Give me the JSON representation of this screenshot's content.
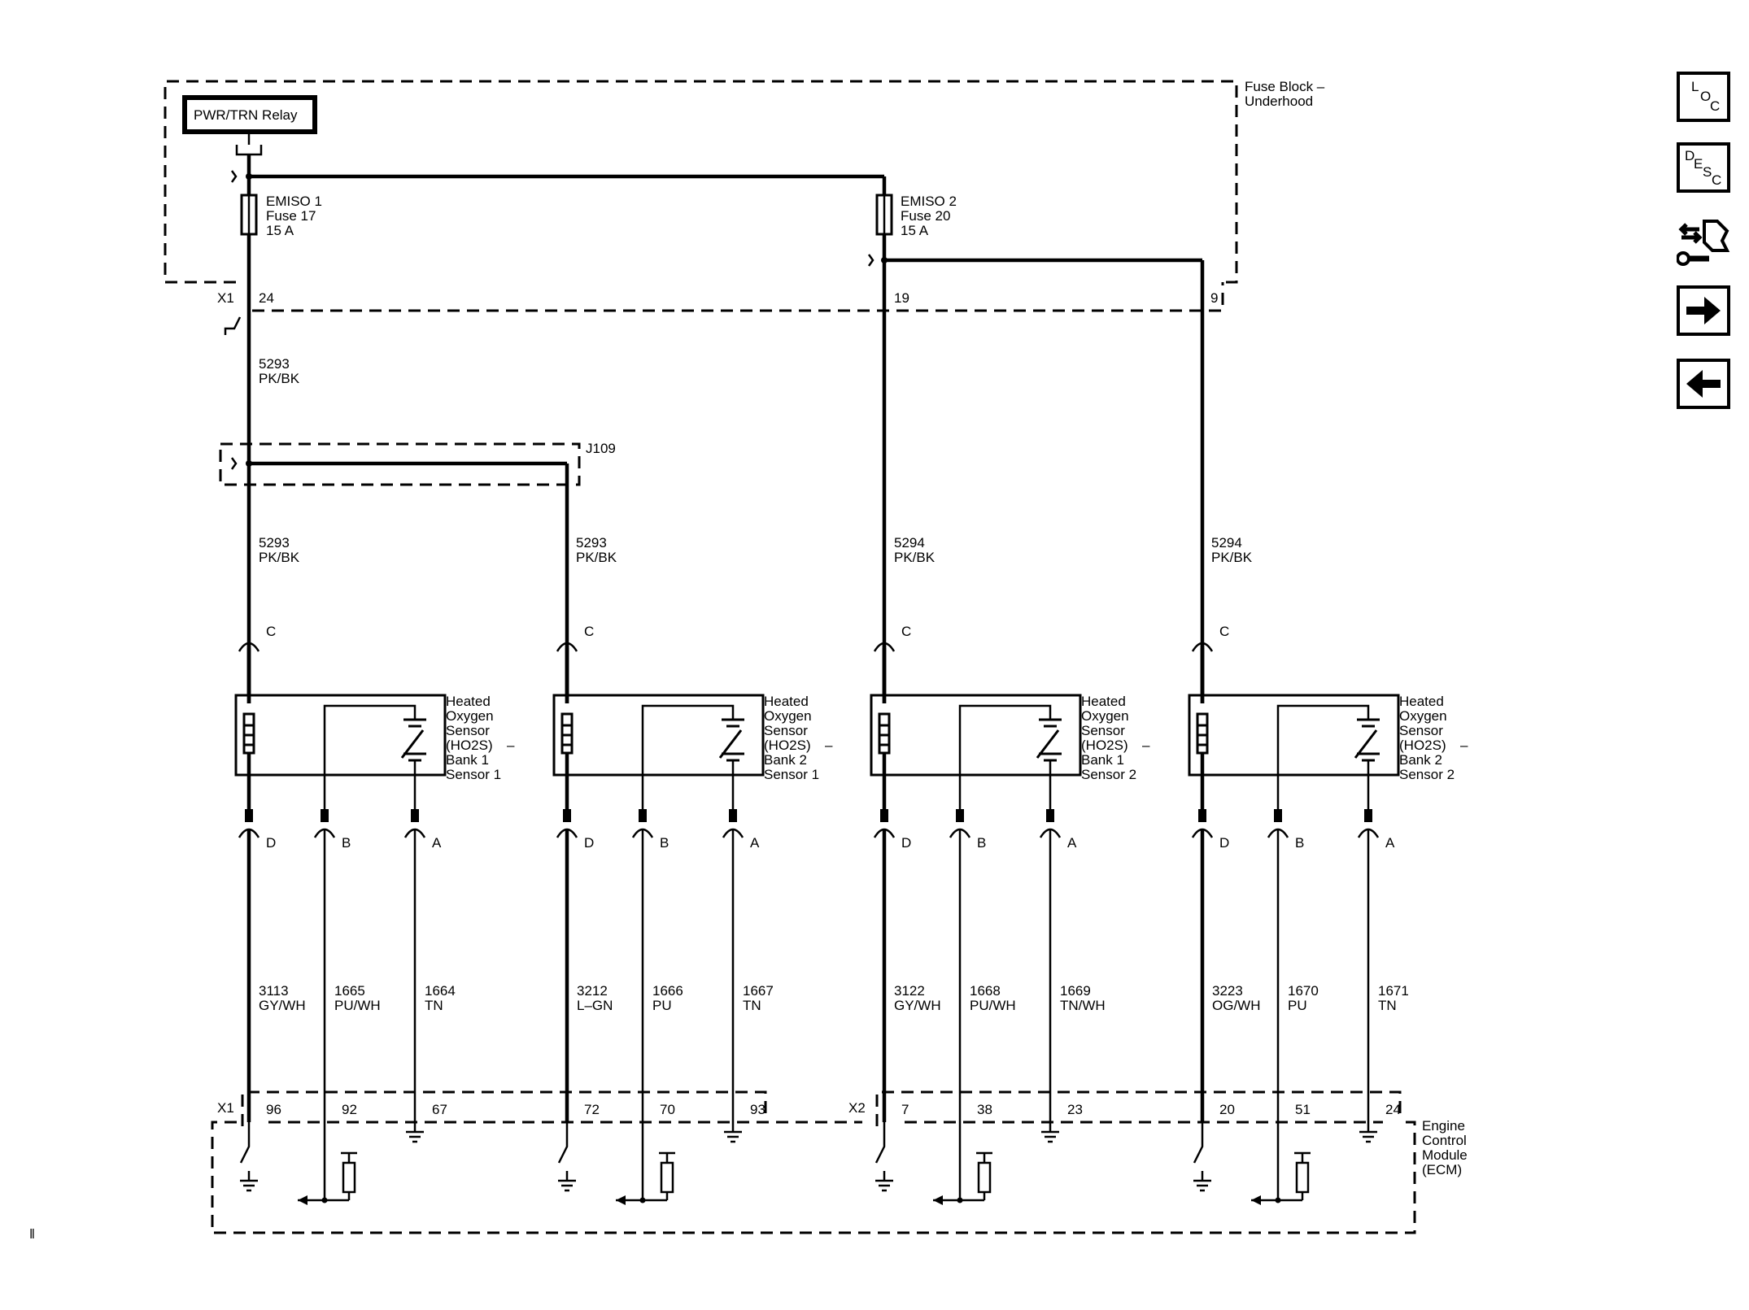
{
  "fuse_block": {
    "title_line1": "Fuse Block –",
    "title_line2": "Underhood",
    "relay": "PWR/TRN Relay",
    "fuses": [
      {
        "line1": "EMISO 1",
        "line2": "Fuse 17",
        "line3": "15 A"
      },
      {
        "line1": "EMISO 2",
        "line2": "Fuse 20",
        "line3": "15 A"
      }
    ],
    "connector": "X1",
    "pins": [
      "24",
      "19",
      "9"
    ]
  },
  "splice": "J109",
  "feed_upper": {
    "circuit": "5293",
    "color": "PK/BK"
  },
  "feeds": [
    {
      "circuit": "5293",
      "color": "PK/BK"
    },
    {
      "circuit": "5293",
      "color": "PK/BK"
    },
    {
      "circuit": "5294",
      "color": "PK/BK"
    },
    {
      "circuit": "5294",
      "color": "PK/BK"
    }
  ],
  "sensor_pin_c": "C",
  "sensors": [
    {
      "l1": "Heated",
      "l2": "Oxygen",
      "l3": "Sensor",
      "l4": "(HO2S)",
      "dash": "–",
      "l5": "Bank 1",
      "l6": "Sensor 1"
    },
    {
      "l1": "Heated",
      "l2": "Oxygen",
      "l3": "Sensor",
      "l4": "(HO2S)",
      "dash": "–",
      "l5": "Bank 2",
      "l6": "Sensor 1"
    },
    {
      "l1": "Heated",
      "l2": "Oxygen",
      "l3": "Sensor",
      "l4": "(HO2S)",
      "dash": "–",
      "l5": "Bank 1",
      "l6": "Sensor 2"
    },
    {
      "l1": "Heated",
      "l2": "Oxygen",
      "l3": "Sensor",
      "l4": "(HO2S)",
      "dash": "–",
      "l5": "Bank 2",
      "l6": "Sensor 2"
    }
  ],
  "sensor_pins": [
    "D",
    "B",
    "A"
  ],
  "wires": [
    [
      {
        "circuit": "3113",
        "color": "GY/WH"
      },
      {
        "circuit": "1665",
        "color": "PU/WH"
      },
      {
        "circuit": "1664",
        "color": "TN"
      }
    ],
    [
      {
        "circuit": "3212",
        "color": "L–GN"
      },
      {
        "circuit": "1666",
        "color": "PU"
      },
      {
        "circuit": "1667",
        "color": "TN"
      }
    ],
    [
      {
        "circuit": "3122",
        "color": "GY/WH"
      },
      {
        "circuit": "1668",
        "color": "PU/WH"
      },
      {
        "circuit": "1669",
        "color": "TN/WH"
      }
    ],
    [
      {
        "circuit": "3223",
        "color": "OG/WH"
      },
      {
        "circuit": "1670",
        "color": "PU"
      },
      {
        "circuit": "1671",
        "color": "TN"
      }
    ]
  ],
  "ecm": {
    "connectors": [
      "X1",
      "X2"
    ],
    "pins": [
      [
        "96",
        "92",
        "67"
      ],
      [
        "72",
        "70",
        "93"
      ],
      [
        "7",
        "38",
        "23"
      ],
      [
        "20",
        "51",
        "24"
      ]
    ],
    "title": [
      "Engine",
      "Control",
      "Module",
      "(ECM)"
    ]
  },
  "nav": {
    "loc": {
      "a": "L",
      "b": "O",
      "c": "C"
    },
    "desc": {
      "a": "D",
      "b": "E",
      "c": "S",
      "d": "C"
    },
    "icons": [
      "connector-tool-icon",
      "arrow-right-icon",
      "arrow-left-icon"
    ]
  }
}
